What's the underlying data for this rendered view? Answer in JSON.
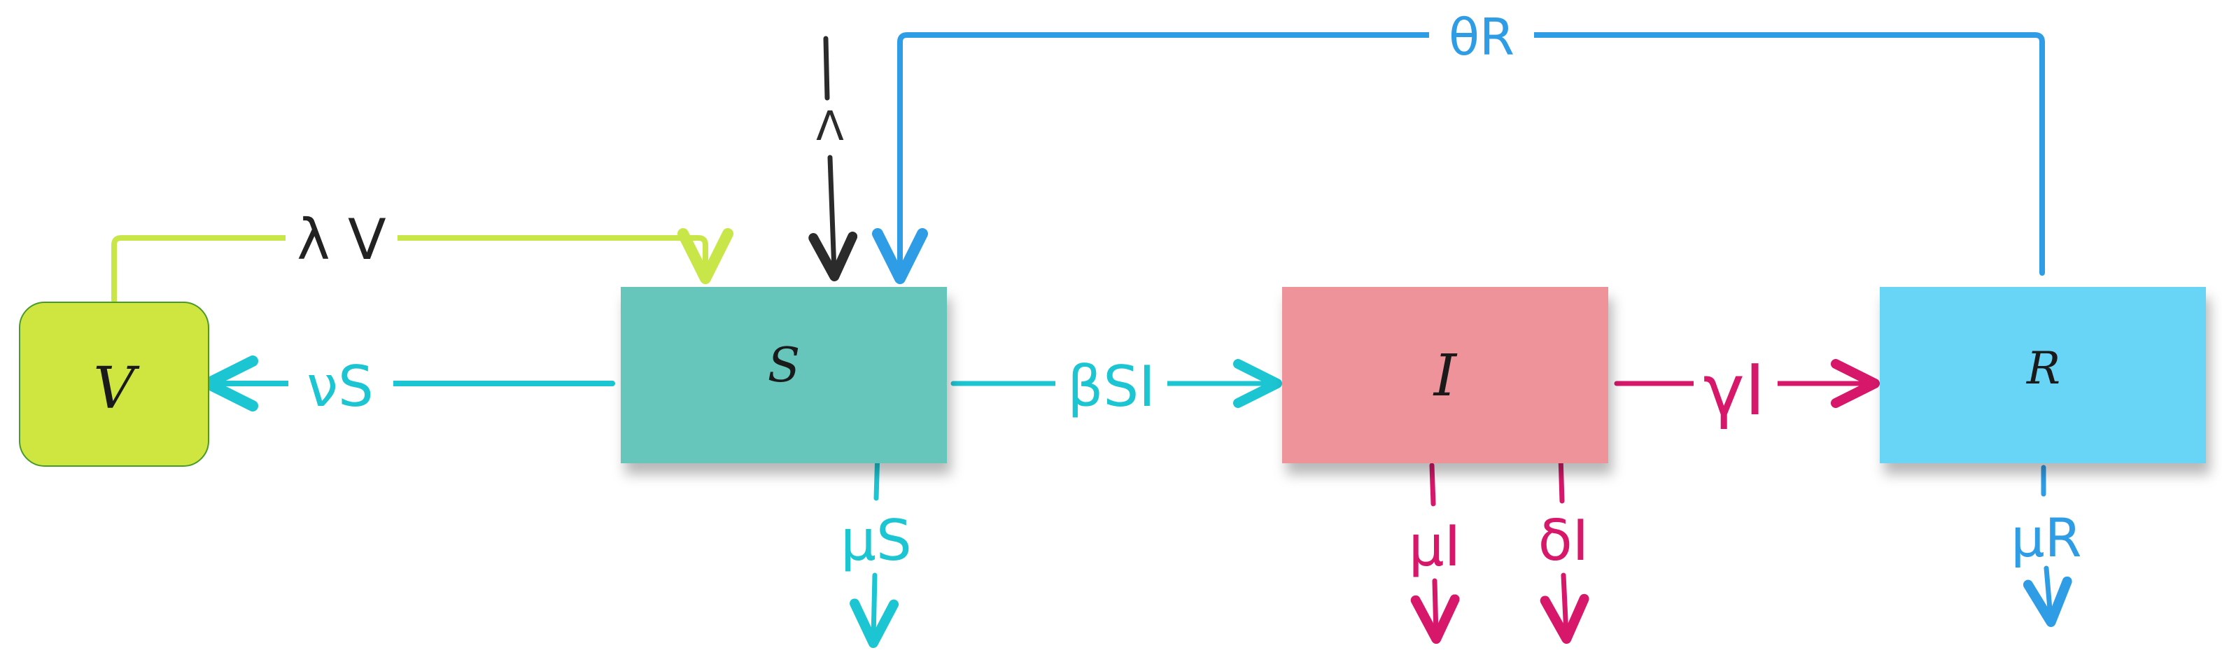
{
  "colors": {
    "v_box": "#cfe640",
    "v_arrow": "#c9e649",
    "s_box": "#66c6bc",
    "s_arrow": "#1cc5d2",
    "i_box": "#ef939b",
    "i_arrow": "#d6176a",
    "r_box": "#67d5f7",
    "r_arrow": "#2f9de6",
    "lambda_arrow": "#2b2b2b"
  },
  "compartments": {
    "v": "V",
    "s": "S",
    "i": "I",
    "r": "R"
  },
  "flows": {
    "lambda_v": "λ V",
    "nu_s": "νS",
    "capital_lambda": "Λ",
    "theta_r": "θR",
    "beta_si": "βSI",
    "gamma_i": "γI",
    "mu_s": "μS",
    "mu_i": "μI",
    "delta_i": "δI",
    "mu_r": "μR"
  }
}
